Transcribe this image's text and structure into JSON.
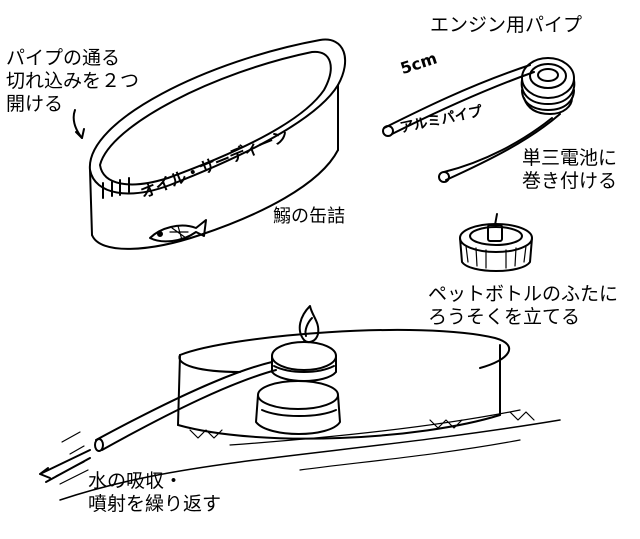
{
  "labels": {
    "slits_line1": "パイプの通る",
    "slits_line2": "切れ込みを２つ",
    "slits_line3": "開ける",
    "can_text": "オイル・サーディーン",
    "can_name": "鰯の缶詰",
    "pipe_title": "エンジン用パイプ",
    "pipe_length": "5cm",
    "pipe_material": "アルミパイプ",
    "battery_line1": "単三電池に",
    "battery_line2": "巻き付ける",
    "candle_line1": "ペットボトルのふたに",
    "candle_line2": "ろうそくを立てる",
    "water_line1": "水の吸収・",
    "water_line2": "噴射を繰り返す"
  },
  "colors": {
    "ink": "#000000",
    "paper": "#ffffff"
  }
}
